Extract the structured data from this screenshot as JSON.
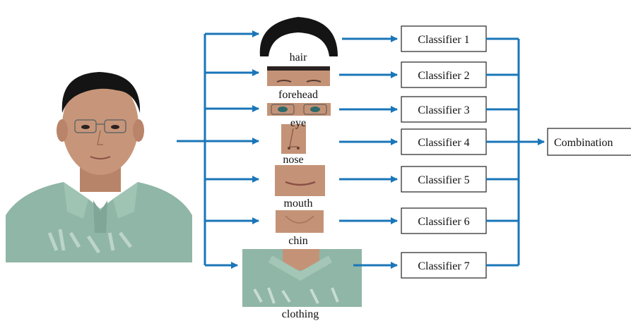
{
  "colors": {
    "arrow": "#1a76b8",
    "box_border": "#222222",
    "text": "#111111",
    "skin": "#c7967a",
    "shirt": "#8fb6a6",
    "hair": "#141414"
  },
  "icons": {
    "portrait": "person-portrait-photo",
    "hair": "hair-crop-image",
    "forehead": "forehead-crop-image",
    "eye": "eye-crop-image",
    "nose": "nose-crop-image",
    "mouth": "mouth-crop-image",
    "chin": "chin-crop-image",
    "clothing": "clothing-crop-image"
  },
  "parts": [
    {
      "key": "hair",
      "label": "hair"
    },
    {
      "key": "forehead",
      "label": "forehead"
    },
    {
      "key": "eye",
      "label": "eye"
    },
    {
      "key": "nose",
      "label": "nose"
    },
    {
      "key": "mouth",
      "label": "mouth"
    },
    {
      "key": "chin",
      "label": "chin"
    },
    {
      "key": "clothing",
      "label": "clothing"
    }
  ],
  "classifiers": [
    {
      "label": "Classifier 1"
    },
    {
      "label": "Classifier 2"
    },
    {
      "label": "Classifier 3"
    },
    {
      "label": "Classifier 4"
    },
    {
      "label": "Classifier 5"
    },
    {
      "label": "Classifier 6"
    },
    {
      "label": "Classifier 7"
    }
  ],
  "combination": {
    "label": "Combination"
  }
}
